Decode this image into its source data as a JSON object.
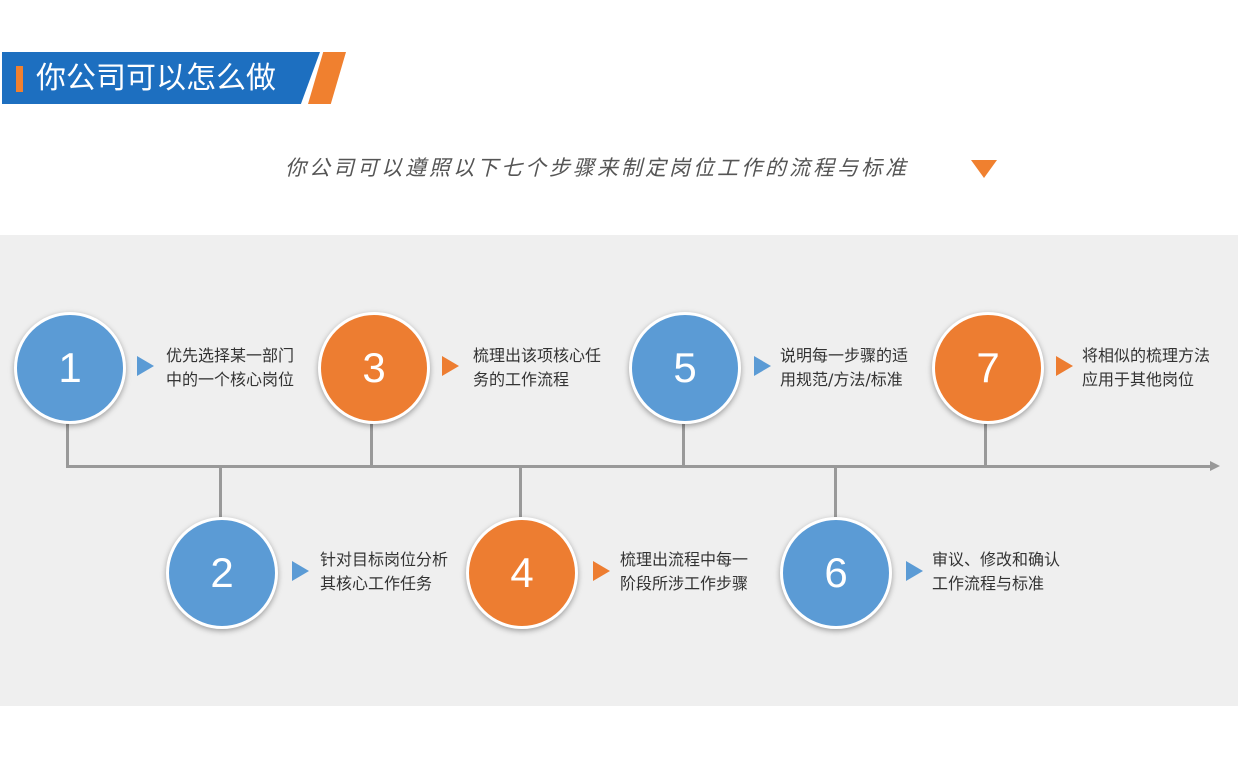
{
  "header": {
    "title": "你公司可以怎么做"
  },
  "subtitle": "你公司可以遵照以下七个步骤来制定岗位工作的流程与标准",
  "colors": {
    "blue": "#5b9bd5",
    "orange": "#ed7d31",
    "banner": "#1d6fc0",
    "accent": "#f0802f"
  },
  "steps": [
    {
      "number": "1",
      "text": "优先选择某一部门中的一个核心岗位",
      "color": "blue"
    },
    {
      "number": "2",
      "text": "针对目标岗位分析其核心工作任务",
      "color": "blue"
    },
    {
      "number": "3",
      "text": "梳理出该项核心任务的工作流程",
      "color": "orange"
    },
    {
      "number": "4",
      "text": "梳理出流程中每一阶段所涉工作步骤",
      "color": "orange"
    },
    {
      "number": "5",
      "text": "说明每一步骤的适用规范/方法/标准",
      "color": "blue"
    },
    {
      "number": "6",
      "text": "审议、修改和确认工作流程与标准",
      "color": "blue"
    },
    {
      "number": "7",
      "text": "将相似的梳理方法应用于其他岗位",
      "color": "orange"
    }
  ]
}
